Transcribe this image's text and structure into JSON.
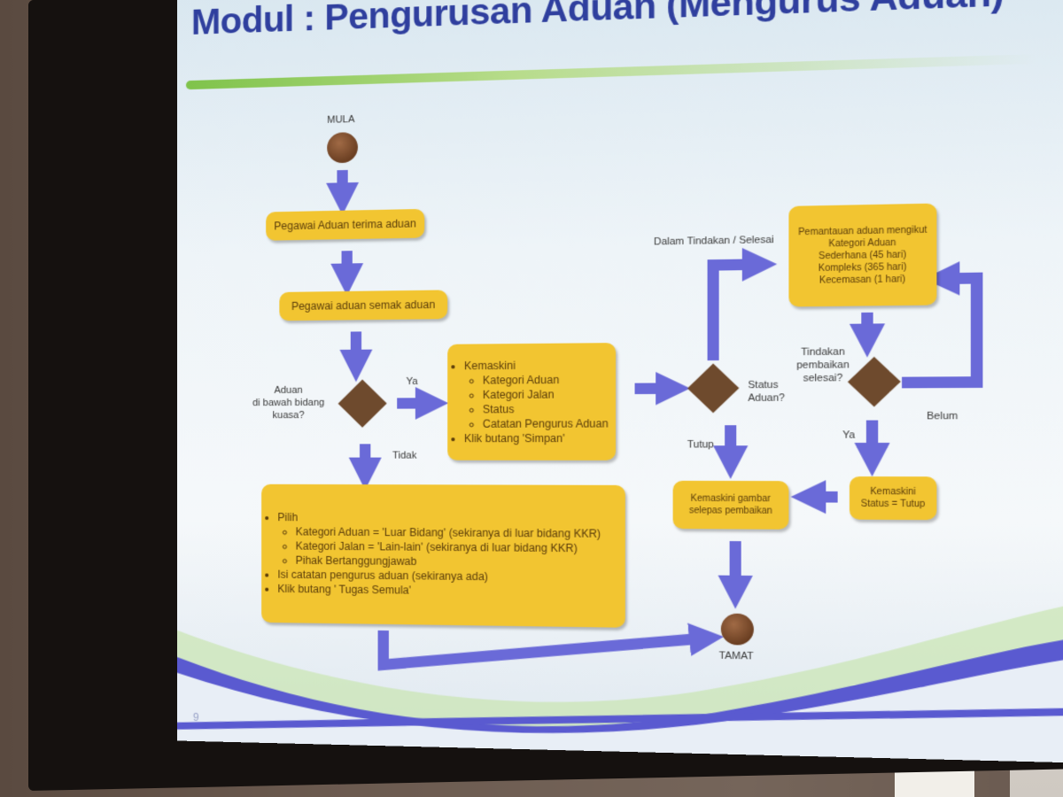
{
  "slide": {
    "title": "Modul : Pengurusan Aduan (Mengurus Aduan)",
    "page_number": "9"
  },
  "flow": {
    "start_label": "MULA",
    "end_label": "TAMAT",
    "step1": "Pegawai Aduan terima aduan",
    "step2": "Pegawai aduan  semak  aduan",
    "decision1": {
      "line1": "Aduan",
      "line2": "di bawah bidang",
      "line3": "kuasa?"
    },
    "yes_label": "Ya",
    "no_label": "Tidak",
    "update_box": {
      "header": "Kemaskini",
      "items": [
        "Kategori Aduan",
        "Kategori Jalan",
        "Status",
        "Catatan Pengurus Aduan"
      ],
      "footer": "Klik butang 'Simpan'"
    },
    "pilih_box": {
      "header": "Pilih",
      "items": [
        "Kategori Aduan = 'Luar Bidang' (sekiranya di  luar bidang KKR)",
        "Kategori Jalan = 'Lain-lain' (sekiranya di luar bidang KKR)",
        "Pihak Bertanggungjawab"
      ],
      "extra": [
        "Isi catatan pengurus aduan (sekiranya ada)",
        "Klik butang ' Tugas Semula'"
      ]
    },
    "decision2": {
      "line1": "Status",
      "line2": "Aduan?"
    },
    "in_action_label": "Dalam Tindakan / Selesai",
    "close_label": "Tutup",
    "monitor_box": {
      "line1": "Pemantauan aduan mengikut",
      "line2": "Kategori Aduan",
      "line3": "Sederhana (45 hari)",
      "line4": "Kompleks (365 hari)",
      "line5": "Kecemasan (1 hari)"
    },
    "decision3": {
      "line1": "Tindakan",
      "line2": "pembaikan",
      "line3": "selesai?"
    },
    "not_yet_label": "Belum",
    "yes2_label": "Ya",
    "update_status": {
      "line1": "Kemaskini",
      "line2": "Status = Tutup"
    },
    "update_photo": {
      "line1": "Kemaskini  gambar",
      "line2": "selepas pembaikan"
    }
  },
  "colors": {
    "title": "#2f3f9e",
    "box_fill": "#f2c531",
    "arrow": "#6a6ad8",
    "node": "#7a4a2a",
    "wave_green": "#7fc34a",
    "wave_blue": "#5a5ad0"
  }
}
